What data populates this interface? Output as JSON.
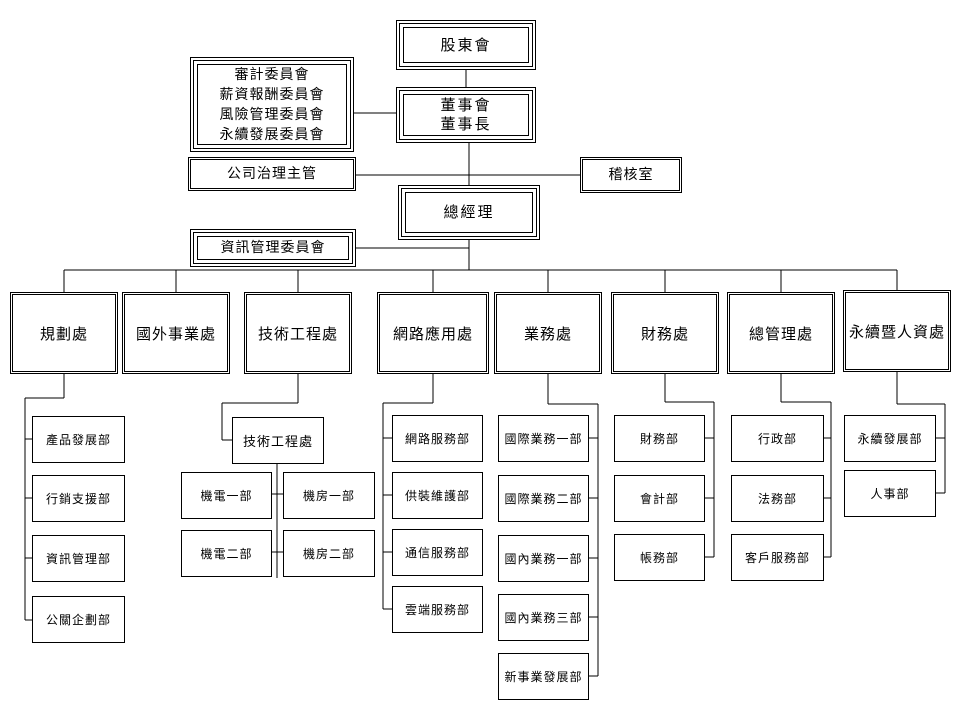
{
  "top": {
    "shareholders": "股東會",
    "board_line1": "董事會",
    "board_line2": "董事長",
    "committees": [
      "審計委員會",
      "薪資報酬委員會",
      "風險管理委員會",
      "永續發展委員會"
    ],
    "governance_officer": "公司治理主管",
    "audit_office": "稽核室",
    "president": "總經理",
    "it_committee": "資訊管理委員會"
  },
  "divisions": [
    {
      "name": "規劃處",
      "departments": [
        "產品發展部",
        "行銷支援部",
        "資訊管理部",
        "公關企劃部"
      ]
    },
    {
      "name": "國外事業處",
      "departments": []
    },
    {
      "name": "技術工程處",
      "sub_unit": "技術工程處",
      "departments": [
        "機電一部",
        "機房一部",
        "機電二部",
        "機房二部"
      ]
    },
    {
      "name": "網路應用處",
      "departments": [
        "網路服務部",
        "供裝維護部",
        "通信服務部",
        "雲端服務部"
      ]
    },
    {
      "name": "業務處",
      "departments": [
        "國際業務一部",
        "國際業務二部",
        "國內業務一部",
        "國內業務三部",
        "新事業發展部"
      ]
    },
    {
      "name": "財務處",
      "departments": [
        "財務部",
        "會計部",
        "帳務部"
      ]
    },
    {
      "name": "總管理處",
      "departments": [
        "行政部",
        "法務部",
        "客戶服務部"
      ]
    },
    {
      "name": "永續暨人資處",
      "departments": [
        "永續發展部",
        "人事部"
      ]
    }
  ]
}
